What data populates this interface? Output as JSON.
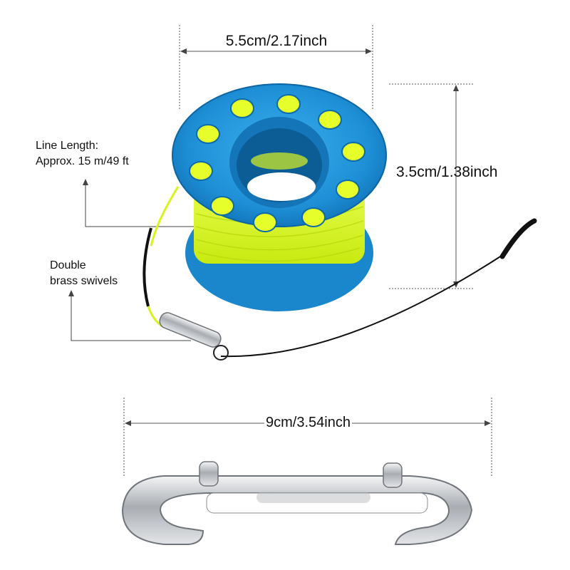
{
  "dimensions": {
    "spool_width": "5.5cm/2.17inch",
    "spool_height": "3.5cm/1.38inch",
    "snap_length": "9cm/3.54inch"
  },
  "callouts": {
    "line_length_title": "Line Length:",
    "line_length_value": "Approx. 15 m/49 ft",
    "swivel_line1": "Double",
    "swivel_line2": "brass swivels"
  },
  "colors": {
    "spool_blue": "#1e8fd6",
    "line_yellow": "#ddff1a",
    "steel": "#c9ccd0",
    "dimension_line": "#555555"
  }
}
